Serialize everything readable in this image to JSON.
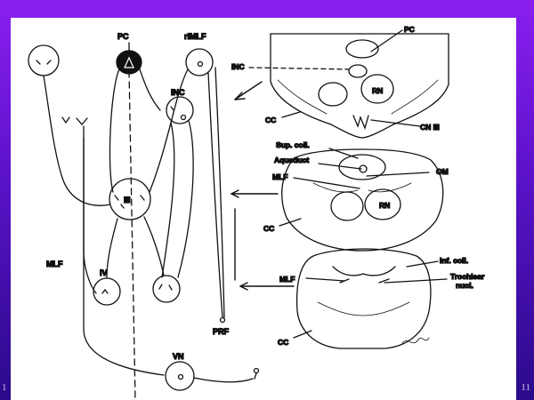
{
  "slide": {
    "number": "11",
    "left_mark": "1"
  },
  "schematic": {
    "pc": "PC",
    "rimlf": "riMLF",
    "inc": "INC",
    "nucleus_iii": "III",
    "mlf": "MLF",
    "nucleus_iv": "IV",
    "prf": "PRF",
    "vn": "VN"
  },
  "section_top": {
    "pc": "PC",
    "inc": "INC",
    "rn": "RN",
    "cc": "CC",
    "cn3": "CN III"
  },
  "section_mid": {
    "sup_coll": "Sup. coll.",
    "aqueduct": "Aqueduct",
    "mlf": "MLF",
    "om": "OM",
    "rn": "RN",
    "cc": "CC"
  },
  "section_bottom": {
    "inf_coll": "Inf. coll.",
    "mlf": "MLF",
    "trochlear_1": "Trochlear",
    "trochlear_2": "nucl.",
    "cc": "CC"
  },
  "colors": {
    "background_top": "#8a1ff0",
    "background_bottom": "#2a0a8a",
    "slide": "#ffffff",
    "ink": "#111111"
  }
}
